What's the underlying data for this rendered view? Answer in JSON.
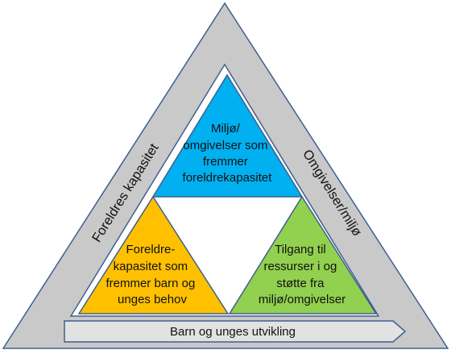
{
  "diagram": {
    "side_left": "Foreldres kapasitet",
    "side_right": "Omgivelser/miljø",
    "bottom_arrow": "Barn og unges utvikling",
    "top_box": {
      "lines": [
        "Miljø/",
        "omgivelser som",
        "fremmer",
        "foreldrekapasitet"
      ],
      "color": "#00B0F0"
    },
    "left_box": {
      "lines": [
        "Foreldre-",
        "kapasitet som",
        "fremmer barn og",
        "unges behov"
      ],
      "color": "#FFC000"
    },
    "right_box": {
      "lines": [
        "Tilgang til",
        "ressurser i og",
        "støtte fra",
        "miljø/omgivelser"
      ],
      "color": "#92D050"
    },
    "outer_color": "#C9C9C9",
    "outline_color": "#3F5F8F"
  }
}
